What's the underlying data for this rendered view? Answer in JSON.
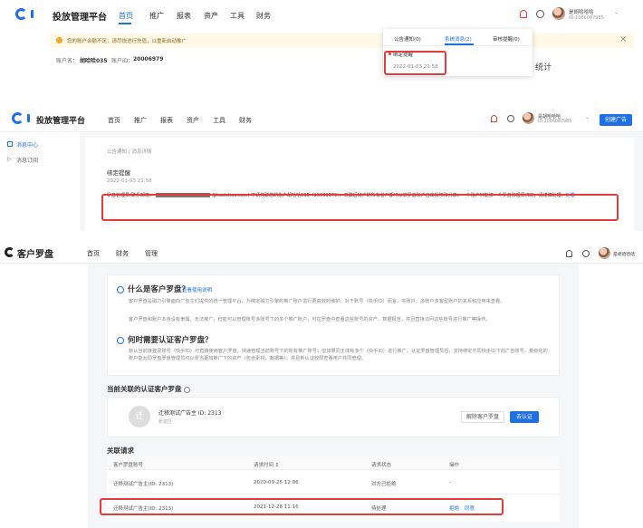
{
  "panel1": {
    "brand": "投放管理平台",
    "nav": [
      "首页",
      "推广",
      "报表",
      "资产",
      "工具",
      "财务"
    ],
    "user_name": "是胡哈哈哈",
    "user_id": "ID:1086087985",
    "alert": "您的账户余额不足，请尽快进行充值，以重新启动推广",
    "account_label": "账户名：",
    "account_name": "胡哈哈035",
    "account_id_label": "账户ID：",
    "account_id": "20006979",
    "dropdown_tabs": [
      "公告通知(0)",
      "系统消息(2)",
      "审核提醒(0)"
    ],
    "msg_title": "绑定提醒",
    "msg_time": "2022-01-03 21:58",
    "partial_text": "统计"
  },
  "panel2": {
    "brand": "投放管理平台",
    "nav": [
      "首页",
      "推广",
      "报表",
      "资产",
      "工具",
      "财务"
    ],
    "user_name": "是胡哈哈哈",
    "user_id": "ID:1086087985",
    "create_btn": "创建广告",
    "side_items": [
      "消息中心",
      "消息订阅"
    ],
    "breadcrumb": "公告通知 / 消息详情",
    "detail_title": "绑定提醒",
    "detail_time": "2022-01-03 21:58",
    "detail_prefix": "罗盘管理员(",
    "detail_contact": "联系邮箱：",
    "detail_email": "@kuaishou.com",
    "detail_main": ") 申请关联您的账户胡哈哈035（20006979），关联后账户的所有者产都可以被罗盘账户自由授权和分享，一个账户只能被一个罗盘管理员绑定，请谨慎处理。",
    "detail_link": "处理"
  },
  "panel3": {
    "brand": "客户罗盘",
    "nav": [
      "首页",
      "财务",
      "管理"
    ],
    "user_name": "是胡哈哈哈",
    "q1_title": "什么是客户罗盘？",
    "q1_link": "查看使用说明",
    "q1_p1": "客户罗盘是磁力引擎面向广告主们提供的统一管理平台，为绑定磁力引擎的推广账户进行更高效的维护。对于账号（快手ID）而言，实账户、多账户多客型账户的关系和应用来查看。",
    "q1_p2": "客户罗盘和账户本身没有隶属。无法推广，但能可以管理账号多账号下的多个推广账户，可在罗盘中查看这些账号的资产、数据报告，并且直接访问这些账号进行推广等操作。",
    "q2_title": "何时需要认证客户罗盘？",
    "q2_p1": "默认当前接登录账号（快手ID）可直接使用客户罗盘，快速管理当前账号下的所有推广账号；但如果同主体有多个（快手ID）进行推广，认证罗盘管理员后，支持绑定不同快手ID下的广告账号，量级化的账户能为同罗盘罗盘管理员可以便当更加推广下的资产（包含素材、数据等），并且新认证权限查看用户共同管理。",
    "section1": "当前关联的认证客户罗盘",
    "org_avatar": "迁",
    "org_name": "迁移测试广告主 ID: 2313",
    "org_sub": "账建区",
    "btn_cancel": "解除客户罗盘",
    "btn_confirm": "去认证",
    "section2": "关联请求",
    "table_headers": [
      "客户罗盘账号",
      "请求时间 ↕",
      "请求状态",
      "操作"
    ],
    "rows": [
      {
        "account": "迁移测试广告主(ID: 2313)",
        "time": "2020-09-25 12:06",
        "status": "对方已拒绝",
        "op1": "-",
        "op2": ""
      },
      {
        "account": "迁移测试广告主(ID: 2313)",
        "time": "2021-12-28 11:16",
        "status": "待处理",
        "op1": "拒绝",
        "op2": "同意"
      }
    ]
  },
  "colors": {
    "accent": "#1f6fe5",
    "highlight": "#e53b3b",
    "alert_bg": "#fff8e6"
  }
}
